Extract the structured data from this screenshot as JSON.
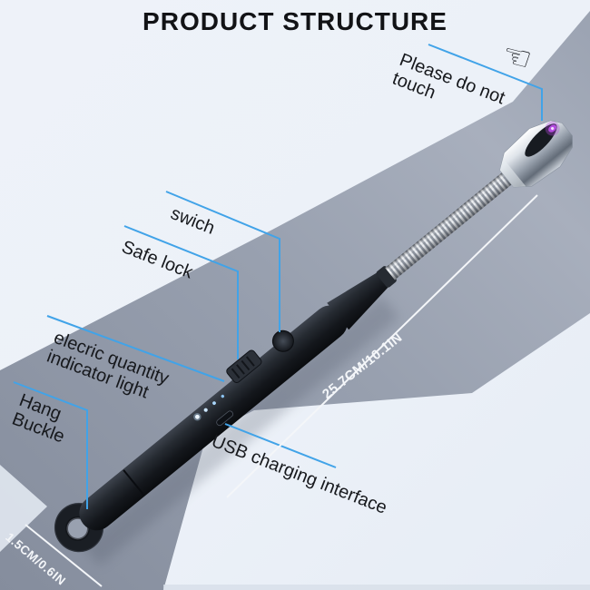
{
  "title": "PRODUCT STRUCTURE",
  "callouts": {
    "do_not_touch": {
      "line1": "Please do not",
      "line2": "touch"
    },
    "switch": {
      "label": "swich"
    },
    "safe_lock": {
      "label": "Safe lock"
    },
    "battery_indicator": {
      "line1": "elecric quantity",
      "line2": "indicator light"
    },
    "hang_buckle": {
      "line1": "Hang",
      "line2": "Buckle"
    },
    "usb": {
      "label": "USB charging interface"
    }
  },
  "measurements": {
    "length": "25.7CM/10.1IN",
    "width": "1.5CM/0.6IN"
  },
  "icons": {
    "finger_glyph": "☜"
  },
  "colors": {
    "background_light": "#ecf1f8",
    "band_gray": "#99a1b0",
    "callout_blue": "#41a3e8",
    "measure_white": "#f4f6f9",
    "label_text": "#17191d",
    "lighter_body": "#14171c",
    "chrome": "#c6ccd6",
    "arc_purple": "#b44be0"
  }
}
